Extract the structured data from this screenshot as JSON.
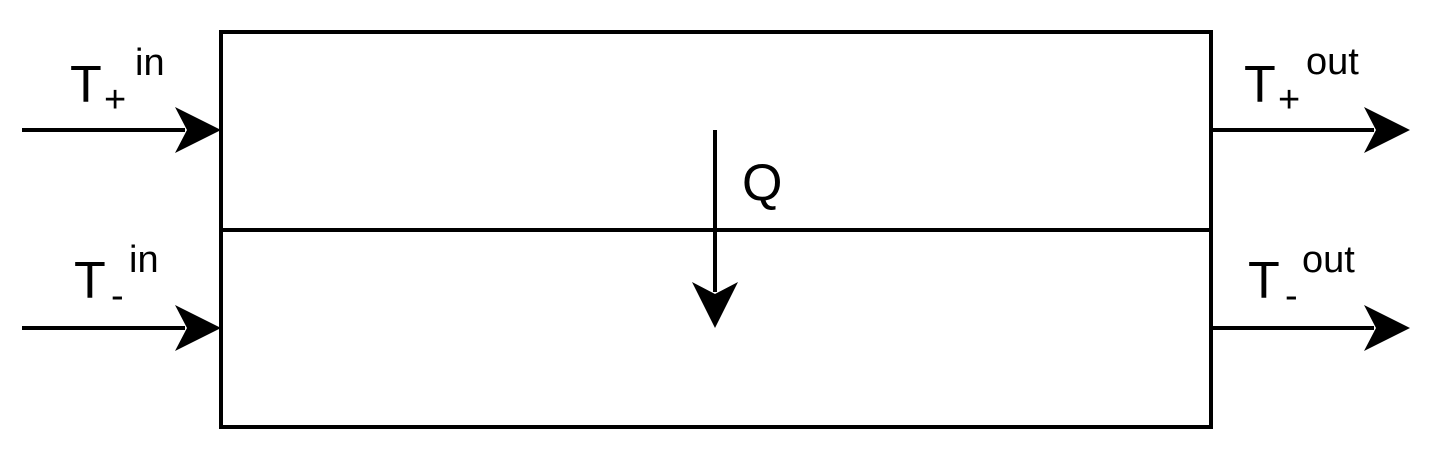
{
  "diagram": {
    "stroke_color": "#000000",
    "background_color": "#ffffff",
    "labels": {
      "hot_in": {
        "base": "T",
        "sub": "+",
        "sup": "in"
      },
      "cold_in": {
        "base": "T",
        "sub": "-",
        "sup": "in"
      },
      "hot_out": {
        "base": "T",
        "sub": "+",
        "sup": "out"
      },
      "cold_out": {
        "base": "T",
        "sub": "-",
        "sup": "out"
      },
      "heat_flow": "Q"
    }
  }
}
